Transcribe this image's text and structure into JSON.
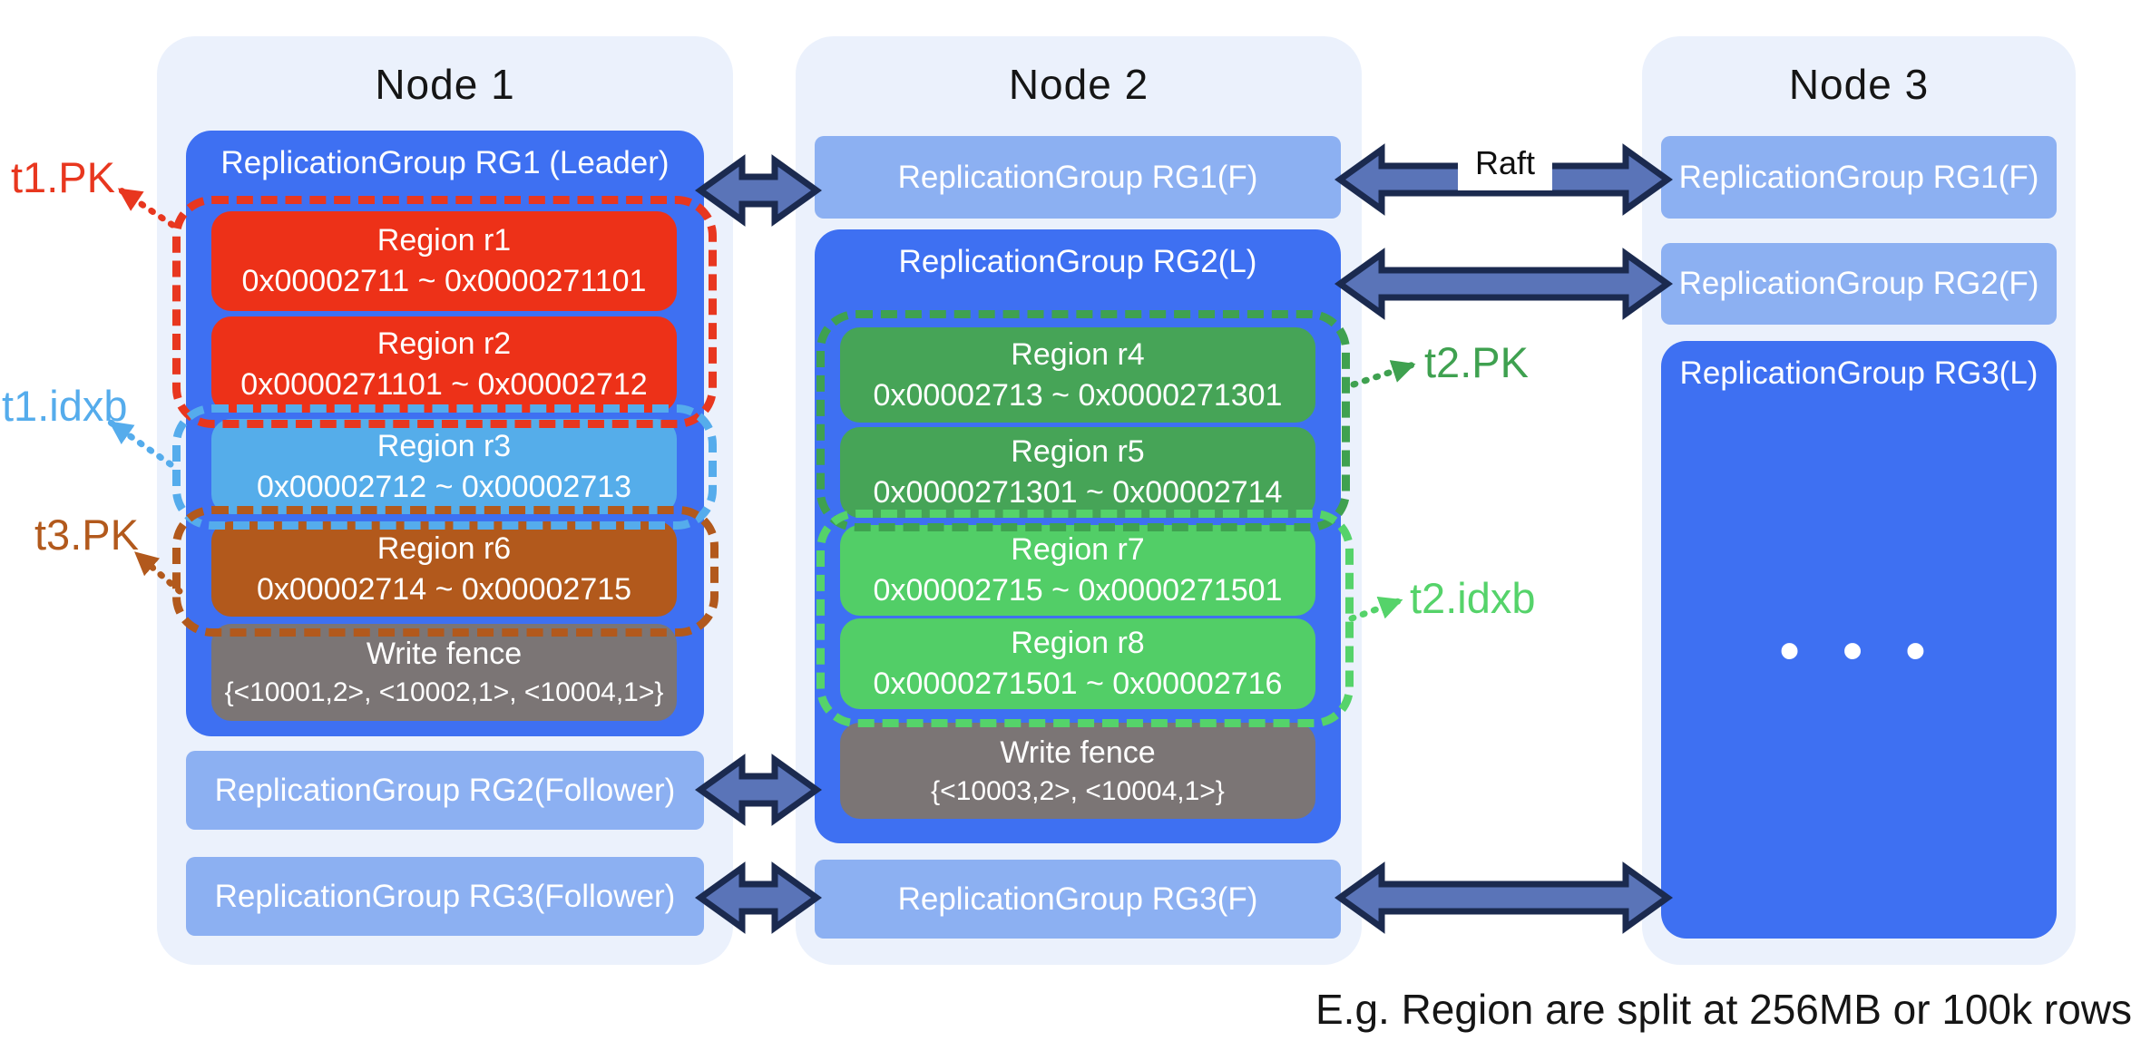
{
  "caption": "E.g. Region are split at 256MB or 100k rows",
  "raft": "Raft",
  "nodes": [
    {
      "title": "Node 1",
      "rg_leader": {
        "header": "ReplicationGroup RG1 (Leader)",
        "regions": [
          {
            "name": "Region r1",
            "range": "0x00002711 ~ 0x0000271101"
          },
          {
            "name": "Region r2",
            "range": "0x0000271101 ~ 0x00002712"
          },
          {
            "name": "Region r3",
            "range": "0x00002712 ~ 0x00002713"
          },
          {
            "name": "Region r6",
            "range": "0x00002714 ~ 0x00002715"
          },
          {
            "name": "Write fence",
            "range": "{<10001,2>, <10002,1>, <10004,1>}"
          }
        ]
      },
      "bars": [
        "ReplicationGroup RG2(Follower)",
        "ReplicationGroup RG3(Follower)"
      ]
    },
    {
      "title": "Node 2",
      "bar_top": "ReplicationGroup RG1(F)",
      "rg_leader": {
        "header": "ReplicationGroup RG2(L)",
        "regions": [
          {
            "name": "Region r4",
            "range": "0x00002713 ~ 0x0000271301"
          },
          {
            "name": "Region r5",
            "range": "0x0000271301 ~ 0x00002714"
          },
          {
            "name": "Region r7",
            "range": "0x00002715 ~ 0x0000271501"
          },
          {
            "name": "Region r8",
            "range": "0x0000271501 ~ 0x00002716"
          },
          {
            "name": "Write fence",
            "range": "{<10003,2>, <10004,1>}"
          }
        ]
      },
      "bar_bottom": "ReplicationGroup RG3(F)"
    },
    {
      "title": "Node 3",
      "bars": [
        "ReplicationGroup RG1(F)",
        "ReplicationGroup RG2(F)"
      ],
      "rg_leader": {
        "header": "ReplicationGroup RG3(L)",
        "ellipsis": "• • •"
      }
    }
  ],
  "labels": {
    "t1_pk": "t1.PK",
    "t1_idxb": "t1.idxb",
    "t3_pk": "t3.PK",
    "t2_pk": "t2.PK",
    "t2_idxb": "t2.idxb"
  },
  "colors": {
    "panel_bg": "#EBF1FC",
    "group_leader_blue": "#3E70F2",
    "group_follower_blue": "#8CB0F2",
    "region_red": "#ED3118",
    "region_light_blue": "#55ADEA",
    "region_brown": "#B2591C",
    "region_gray": "#7B7575",
    "region_green_dark": "#46A457",
    "region_green_light": "#52CE67",
    "arrow_fill": "#5A74B8",
    "arrow_stroke": "#1B2A4F",
    "label_red": "#E8371F",
    "label_blue": "#55ACEC",
    "label_brown": "#B2591C",
    "label_green_dark": "#3FA150",
    "label_green_light": "#55D36A"
  }
}
